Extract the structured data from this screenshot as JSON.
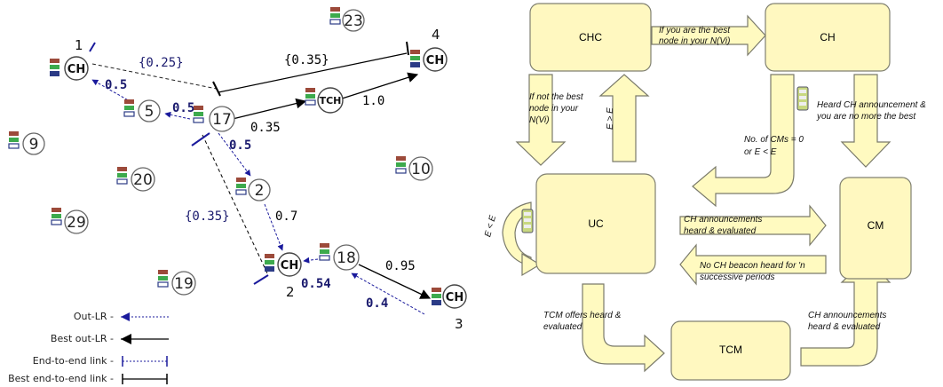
{
  "left_panel": {
    "ch_nodes": [
      {
        "label": "CH",
        "id": "1"
      },
      {
        "label": "CH",
        "id": "4"
      },
      {
        "label": "CH",
        "id": "2"
      },
      {
        "label": "CH",
        "id": "3"
      }
    ],
    "tch_node": {
      "label": "TCH"
    },
    "nodes": [
      "23",
      "5",
      "17",
      "9",
      "20",
      "10",
      "2",
      "29",
      "18",
      "19"
    ],
    "edge_labels": {
      "e_1_17": "{0.25}",
      "e_17_4": "{0.35}",
      "e_5_1": "0.5",
      "e_17_5": "0.5",
      "e_17_tch": "0.35",
      "e_tch_4": "1.0",
      "e_17_2": "0.5",
      "e_2_ch2": "0.7",
      "e_17_ch2": "{0.35}",
      "e_18_ch2": "0.54",
      "e_18_ch3": "0.95",
      "e_ch3_18": "0.4"
    },
    "legend": [
      {
        "label": "Out-LR -"
      },
      {
        "label": "Best out-LR -"
      },
      {
        "label": "End-to-end link -"
      },
      {
        "label": "Best end-to-end link -"
      }
    ]
  },
  "right_panel": {
    "states": {
      "chc": "CHC",
      "ch": "CH",
      "uc": "UC",
      "cm": "CM",
      "tcm": "TCM"
    },
    "transitions": {
      "chc_to_ch": [
        "If you are the best",
        "node in your N(Vi)"
      ],
      "chc_to_uc": [
        "If not the best",
        "node in your",
        "N(Vi)"
      ],
      "uc_to_chc": "E > E",
      "uc_self": "E < E",
      "ch_to_cm": [
        "Heard CH announcement &",
        "you are no more the best"
      ],
      "ch_to_uc": [
        "No. of CMs = 0",
        "or E < E"
      ],
      "uc_to_cm": [
        "CH announcements",
        "heard & evaluated"
      ],
      "cm_to_uc": [
        "No CH beacon heard  for 'n",
        "successive periods"
      ],
      "uc_to_tcm": [
        "TCM offers heard &",
        "evaluated"
      ],
      "tcm_to_cm": [
        "CH announcements",
        "heard & evaluated"
      ]
    },
    "colors": {
      "state_fill": "#fff8c0",
      "state_stroke": "#808070",
      "arrow_fill": "#fffac0",
      "arrow_stroke": "#7a7a6a"
    }
  }
}
